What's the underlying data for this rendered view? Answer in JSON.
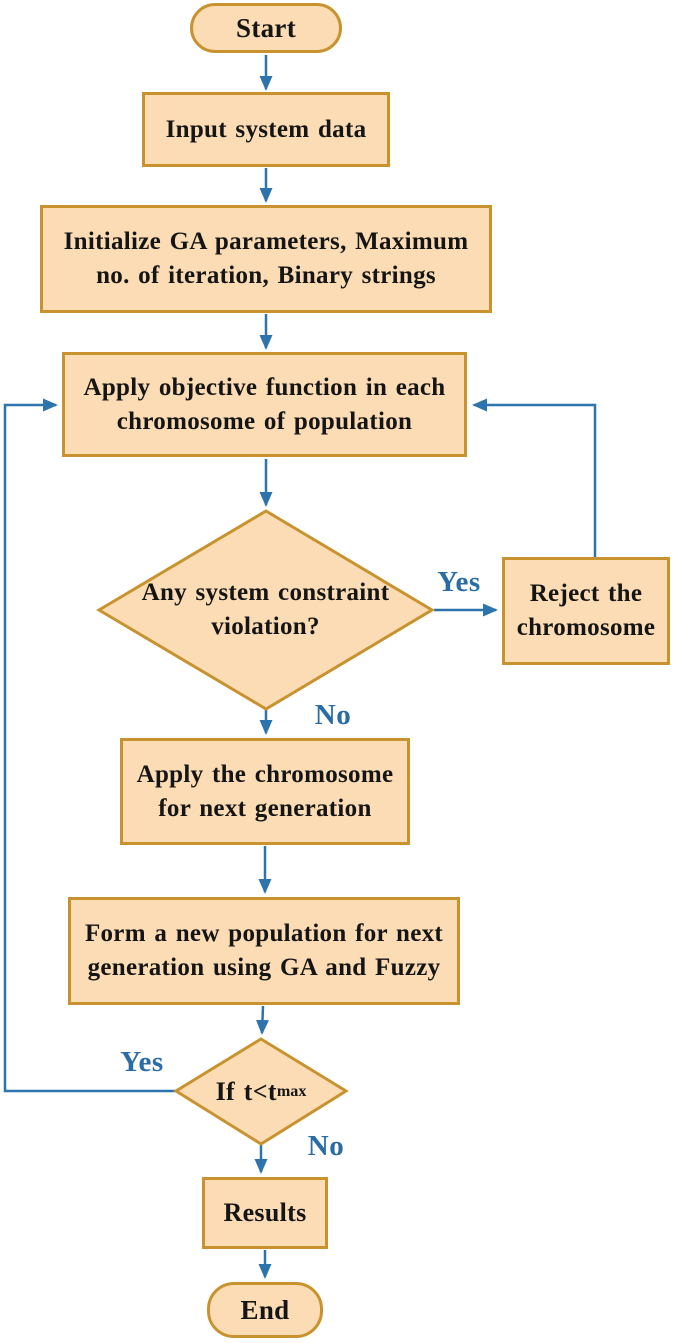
{
  "flowchart": {
    "nodes": {
      "start": {
        "label": "Start"
      },
      "input_data": {
        "label": "Input system data"
      },
      "initialize": {
        "label": [
          "Initialize GA parameters, Maximum",
          "no. of iteration, Binary strings"
        ]
      },
      "apply_objective": {
        "label": [
          "Apply objective function in each",
          "chromosome of population"
        ]
      },
      "constraint_check": {
        "label": [
          "Any system constraint",
          "violation?"
        ]
      },
      "reject": {
        "label": [
          "Reject the",
          "chromosome"
        ]
      },
      "apply_chromosome": {
        "label": [
          "Apply the chromosome",
          "for next generation"
        ]
      },
      "form_population": {
        "label": [
          "Form a new population for next",
          "generation using GA and Fuzzy"
        ]
      },
      "iteration_check": {
        "label_prefix": "If t<t",
        "label_subscript": "max"
      },
      "results": {
        "label": "Results"
      },
      "end": {
        "label": "End"
      }
    },
    "edge_labels": {
      "constraint_yes": "Yes",
      "constraint_no": "No",
      "iteration_yes": "Yes",
      "iteration_no": "No"
    },
    "colors": {
      "node-fill": "#FBDCB4",
      "node-border": "#C8932F",
      "arrow": "#2E74AC",
      "edge-label": "#2A6CA5",
      "node-text": "#151515"
    }
  }
}
